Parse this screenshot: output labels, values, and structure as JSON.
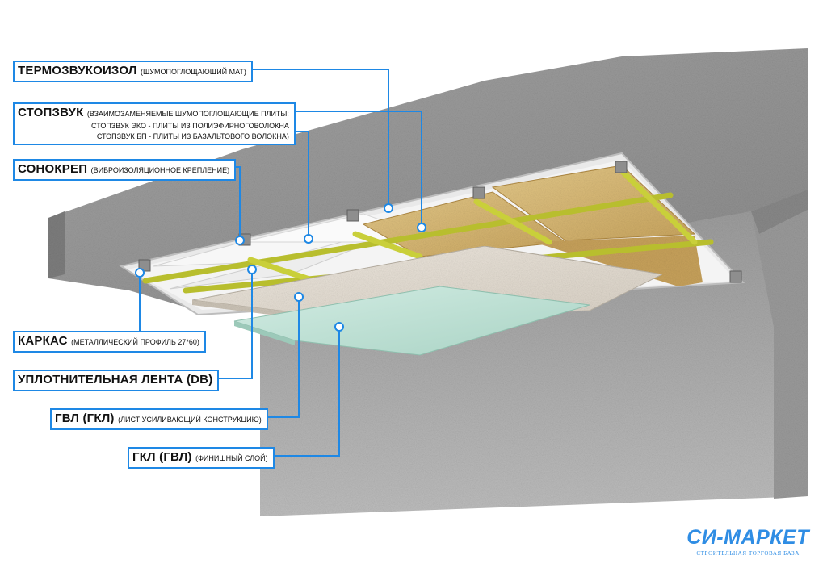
{
  "labels": [
    {
      "name": "ТЕРМОЗВУКОИЗОЛ",
      "desc": "(ШУМОПОГЛОЩАЮЩИЙ МАТ)"
    },
    {
      "name": "СТОПЗВУК",
      "desc": "(ВЗАИМОЗАМЕНЯЕМЫЕ ШУМОПОГЛОЩАЮЩИЕ ПЛИТЫ:",
      "lines": [
        "СТОПЗВУК ЭКО - ПЛИТЫ ИЗ ПОЛИЭФИРНОГОВОЛОКНА",
        "СТОПЗВУК БП - ПЛИТЫ ИЗ БАЗАЛЬТОВОГО ВОЛОКНА)"
      ]
    },
    {
      "name": "СОНОКРЕП",
      "desc": "(ВИБРОИЗОЛЯЦИОННОЕ КРЕПЛЕНИЕ)"
    },
    {
      "name": "КАРКАС",
      "desc": "(МЕТАЛЛИЧЕСКИЙ ПРОФИЛЬ 27*60)"
    },
    {
      "name": "УПЛОТНИТЕЛЬНАЯ ЛЕНТА (DB)",
      "desc": ""
    },
    {
      "name": "ГВЛ (ГКЛ)",
      "desc": "(ЛИСТ УСИЛИВАЮЩИЙ КОНСТРУКЦИЮ)"
    },
    {
      "name": "ГКЛ (ГВЛ)",
      "desc": "(ФИНИШНЫЙ СЛОЙ)"
    }
  ],
  "logo": {
    "brand": "СИ-МАРКЕТ",
    "tagline": "СТРОИТЕЛЬНАЯ ТОРГОВАЯ БАЗА"
  },
  "colors": {
    "callout": "#1e88e5",
    "concrete": "#8c8c8c",
    "insulation": "#d6b877",
    "profile": "#c9cf3a",
    "gvl_sheet": "#e6e0d8",
    "gkl_sheet": "#bfe0d4",
    "brand": "#2f8de4"
  }
}
